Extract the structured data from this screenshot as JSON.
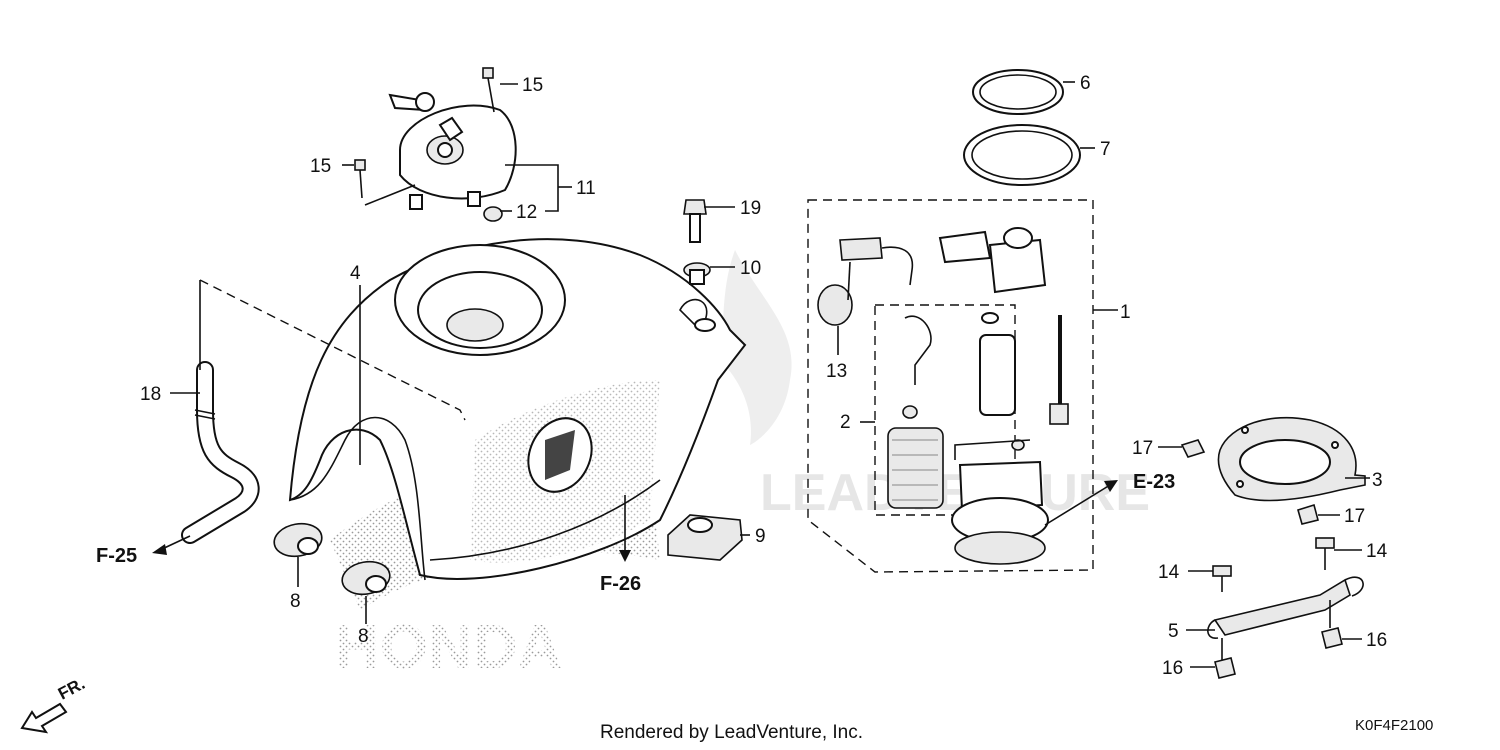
{
  "diagram": {
    "watermark": "LEADVENTURE",
    "brand_logo_text": "HONDA",
    "footer_credit": "Rendered by LeadVenture, Inc.",
    "diagram_code": "K0F4F2100",
    "front_indicator": "FR.",
    "references": [
      "F-25",
      "F-26",
      "E-23"
    ],
    "callouts": {
      "p1": "1",
      "p2": "2",
      "p3": "3",
      "p4": "4",
      "p5": "5",
      "p6": "6",
      "p7": "7",
      "p8a": "8",
      "p8b": "8",
      "p9": "9",
      "p10": "10",
      "p11": "11",
      "p12": "12",
      "p13": "13",
      "p14a": "14",
      "p14b": "14",
      "p15a": "15",
      "p15b": "15",
      "p16a": "16",
      "p16b": "16",
      "p17a": "17",
      "p17b": "17",
      "p18": "18",
      "p19": "19"
    }
  }
}
